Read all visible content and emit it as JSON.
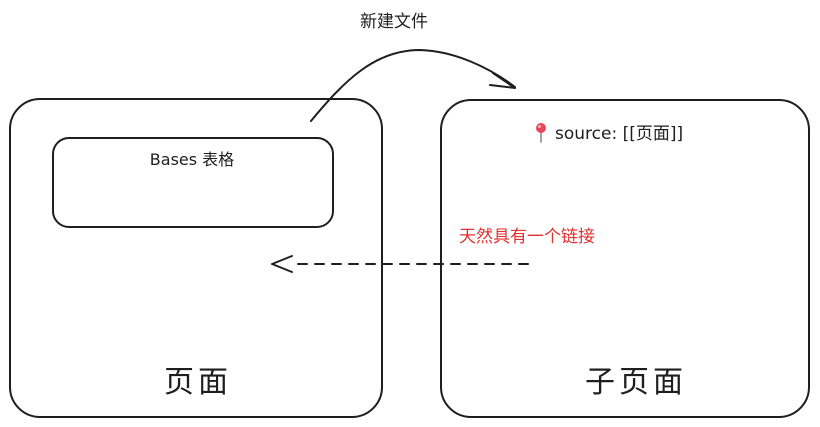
{
  "top_label": "新建文件",
  "page": {
    "title": "页面",
    "bases_table_label": "Bases 表格"
  },
  "subpage": {
    "title": "子页面",
    "source_icon": "pushpin-icon",
    "source_text": "source: [[页面]]"
  },
  "link_note": "天然具有一个链接",
  "colors": {
    "stroke": "#1e1e1e",
    "link_note": "#e03131",
    "pin_head": "#e8475a"
  }
}
